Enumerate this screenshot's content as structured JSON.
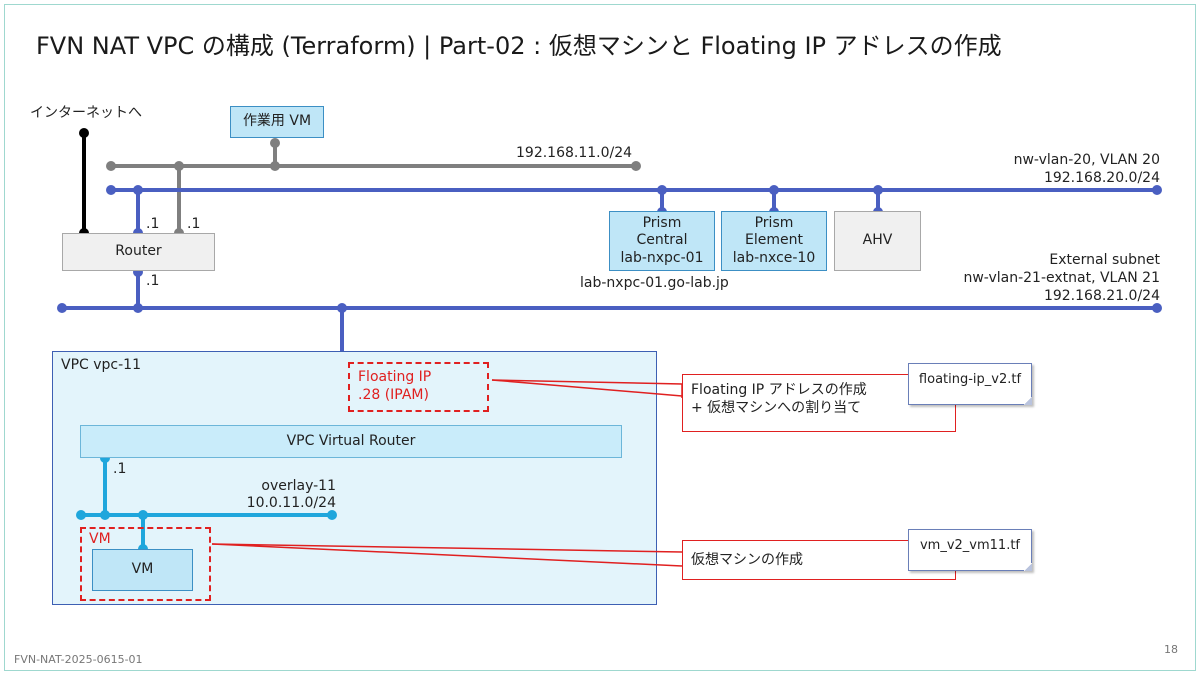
{
  "title": "FVN NAT VPC の構成 (Terraform) | Part-02 : 仮想マシンと Floating IP アドレスの作成",
  "footer_id": "FVN-NAT-2025-0615-01",
  "page_number": "18",
  "colors": {
    "network_blue": "#4a5fc1",
    "overlay_cyan": "#1fa6dc",
    "mgmt_gray": "#7f7f7f",
    "internet_black": "#000000",
    "highlight_red": "#e02020"
  },
  "labels": {
    "internet": "インターネットへ",
    "work_vm": "作業用 VM",
    "net_11": "192.168.11.0/24",
    "vlan20_name": "nw-vlan-20, VLAN 20",
    "vlan20_cidr": "192.168.20.0/24",
    "router_if_vlan20": ".1",
    "router_if_net11": ".1",
    "router": "Router",
    "router_if_ext": ".1",
    "prism_central": "Prism\nCentral\nlab-nxpc-01",
    "prism_element": "Prism\nElement\nlab-nxce-10",
    "ahv": "AHV",
    "pc_fqdn": "lab-nxpc-01.go-lab.jp",
    "ext_title": "External subnet",
    "ext_name": "nw-vlan-21-extnat, VLAN 21",
    "ext_cidr": "192.168.21.0/24",
    "vpc_name": "VPC vpc-11",
    "floating_ip_title": "Floating IP",
    "floating_ip_addr": ".28 (IPAM)",
    "vpc_router": "VPC Virtual Router",
    "vpc_router_if": ".1",
    "overlay_name": "overlay-11",
    "overlay_cidr": "10.0.11.0/24",
    "vm_tag": "VM",
    "vm": "VM"
  },
  "callouts": {
    "fip_line1": "Floating IP アドレスの作成",
    "fip_line2": "+ 仮想マシンへの割り当て",
    "vm_text": "仮想マシンの作成"
  },
  "files": {
    "fip_file": "floating-ip_v2.tf",
    "vm_file": "vm_v2_vm11.tf"
  }
}
